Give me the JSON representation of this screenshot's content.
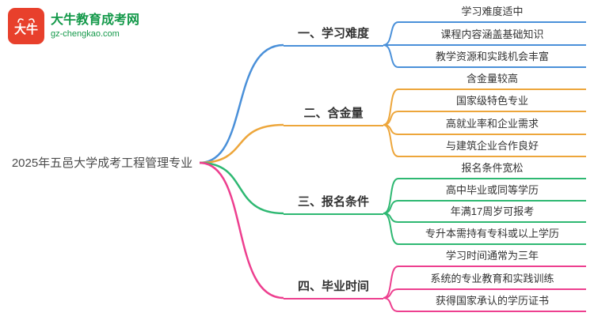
{
  "logo": {
    "badge_text": "大牛",
    "title": "大牛教育成考网",
    "domain": "gz-chengkao.com"
  },
  "root": {
    "label": "2025年五邑大学成考工程管理专业"
  },
  "colors": {
    "branch_1": "#4a90d9",
    "branch_2": "#eda63b",
    "branch_3": "#2eb872",
    "branch_4": "#ed3f8f",
    "logo_red": "#e8402c",
    "logo_green": "#14994a"
  },
  "branches": [
    {
      "label": "一、学习难度",
      "color": "#4a90d9",
      "children": [
        "学习难度适中",
        "课程内容涵盖基础知识",
        "教学资源和实践机会丰富"
      ]
    },
    {
      "label": "二、含金量",
      "color": "#eda63b",
      "children": [
        "含金量较高",
        "国家级特色专业",
        "高就业率和企业需求",
        "与建筑企业合作良好"
      ]
    },
    {
      "label": "三、报名条件",
      "color": "#2eb872",
      "children": [
        "报名条件宽松",
        "高中毕业或同等学历",
        "年满17周岁可报考",
        "专升本需持有专科或以上学历"
      ]
    },
    {
      "label": "四、毕业时间",
      "color": "#ed3f8f",
      "children": [
        "学习时间通常为三年",
        "系统的专业教育和实践训练",
        "获得国家承认的学历证书"
      ]
    }
  ]
}
